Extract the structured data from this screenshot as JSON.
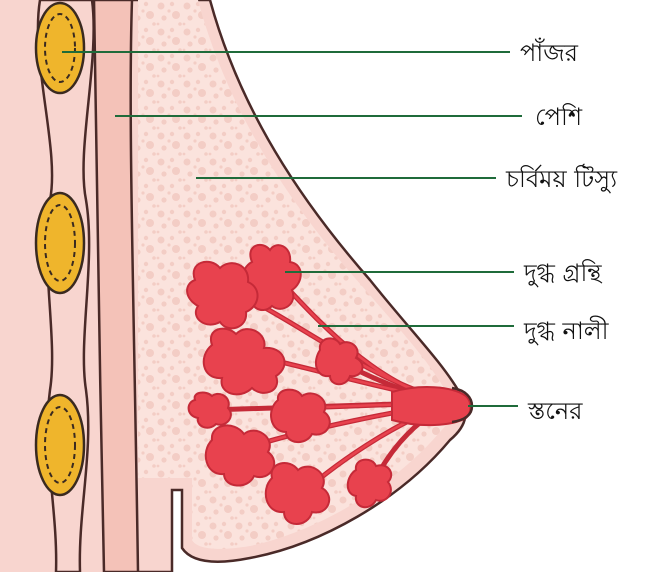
{
  "labels": {
    "rib": "পাঁজর",
    "muscle": "পেশি",
    "fatty_tissue": "চর্বিময় টিস্যু",
    "milk_glands": "দুগ্ধ গ্রন্থি",
    "milk_duct": "দুগ্ধ নালী",
    "nipple": "স্তনের"
  },
  "colors": {
    "skin": "#f8d5cf",
    "skin_outline": "#4a2a28",
    "muscle": "#f4c2b8",
    "fatty_tissue": "#fbe3dd",
    "fat_dots": "#f3cdc5",
    "gland": "#e8424e",
    "gland_dark": "#c52a38",
    "rib_fill": "#efb52c",
    "rib_outline": "#3a2a20",
    "leader_line": "#1f6b3a"
  },
  "icons": {
    "rib": "rib-oval-icon",
    "gland": "gland-lobule-icon",
    "nipple": "nipple-icon"
  }
}
